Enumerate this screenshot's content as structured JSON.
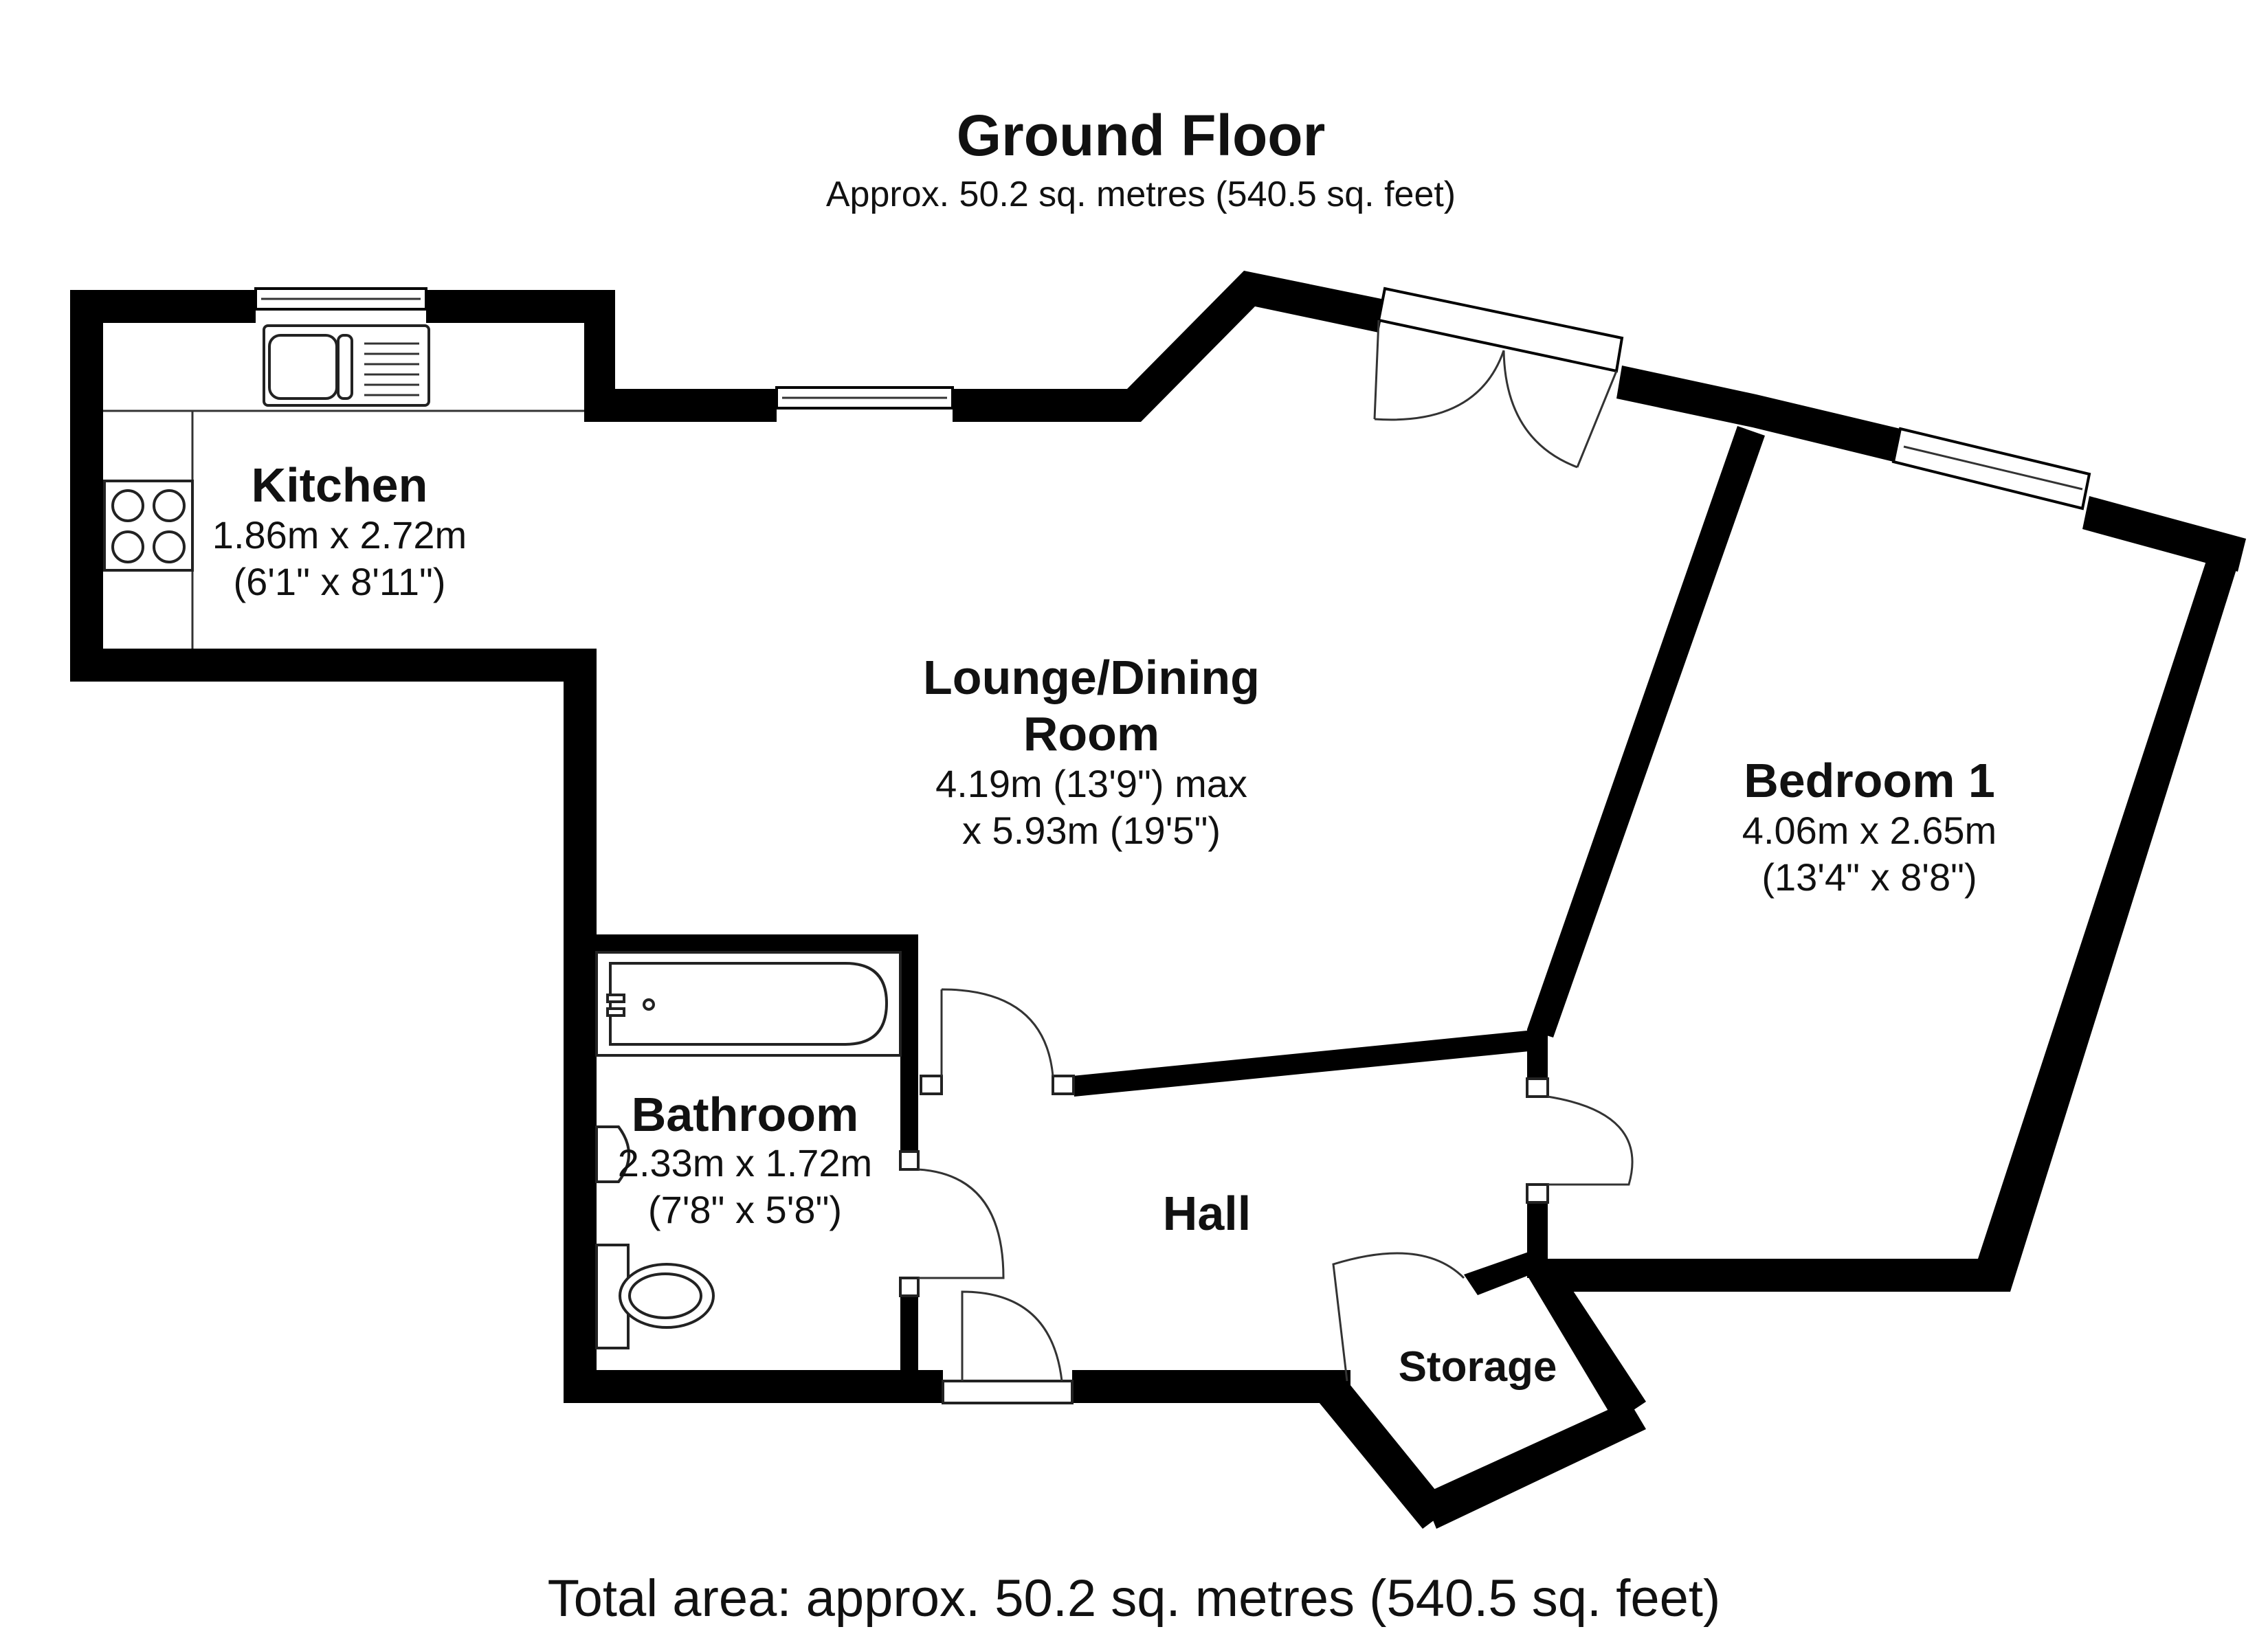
{
  "header": {
    "title": "Ground Floor",
    "subtitle": "Approx. 50.2 sq. metres (540.5 sq. feet)"
  },
  "rooms": {
    "kitchen": {
      "name": "Kitchen",
      "metric": "1.86m x 2.72m",
      "imperial": "(6'1\" x 8'11\")"
    },
    "lounge": {
      "name_line1": "Lounge/Dining",
      "name_line2": "Room",
      "metric": "4.19m (13'9\") max",
      "imperial": "x 5.93m (19'5\")"
    },
    "bedroom": {
      "name": "Bedroom 1",
      "metric": "4.06m x 2.65m",
      "imperial": "(13'4\" x 8'8\")"
    },
    "bathroom": {
      "name": "Bathroom",
      "metric": "2.33m x 1.72m",
      "imperial": "(7'8\" x 5'8\")"
    },
    "hall": {
      "name": "Hall"
    },
    "storage": {
      "name": "Storage"
    }
  },
  "footer": {
    "total": "Total area: approx. 50.2 sq. metres (540.5 sq. feet)"
  },
  "colors": {
    "wall": "#000000",
    "background": "#ffffff",
    "text": "#111111"
  }
}
